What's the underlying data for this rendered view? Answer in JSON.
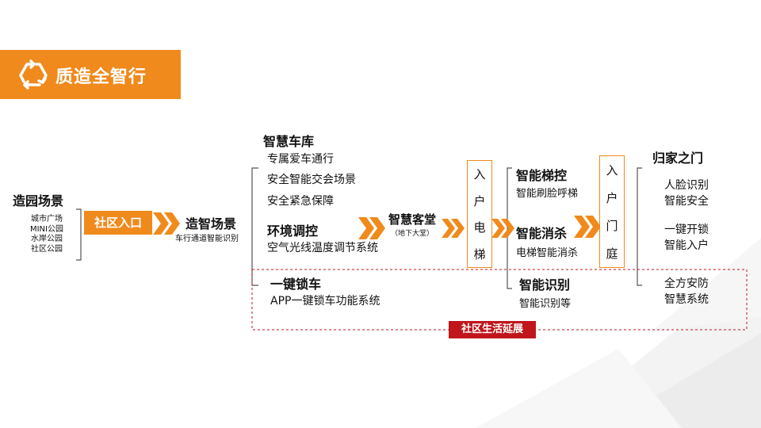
{
  "header": {
    "title": "质造全智行",
    "logo_icon": "recycle-triangle-icon"
  },
  "colors": {
    "accent": "#f08a1c",
    "red": "#c0161c",
    "text": "#111111",
    "line": "#555555"
  },
  "park": {
    "title": "造园场景",
    "items": [
      "城市广场",
      "MINI公园",
      "水岸公园",
      "社区公园"
    ]
  },
  "entrance": {
    "label": "社区入口"
  },
  "smart_scene": {
    "title": "造智场景",
    "subtitle": "车行通道智能识别"
  },
  "garage": {
    "title": "智慧车库",
    "items": [
      "专属爱车通行",
      "安全智能交会场景",
      "安全紧急保障"
    ]
  },
  "env": {
    "title": "环境调控",
    "desc": "空气光线温度调节系统"
  },
  "lock": {
    "title": "一键锁车",
    "desc": "APP一键锁车功能系统"
  },
  "lobby": {
    "title": "智慧客堂",
    "subtitle": "（地下大堂）"
  },
  "elevator_box": {
    "chars": [
      "入",
      "户",
      "电",
      "梯"
    ]
  },
  "elevator": {
    "control_title": "智能梯控",
    "control_desc": "智能刷脸呼梯",
    "disinfect_title": "智能消杀",
    "disinfect_desc": "电梯智能消杀",
    "recog_title": "智能识别",
    "recog_desc": "智能识别等"
  },
  "door_box": {
    "chars": [
      "入",
      "户",
      "门",
      "庭"
    ]
  },
  "home": {
    "title": "归家之门",
    "g1": [
      "人脸识别",
      "智能安全"
    ],
    "g2": [
      "一键开锁",
      "智能入户"
    ],
    "g3": [
      "全方安防",
      "智慧系统"
    ]
  },
  "extension": {
    "label": "社区生活延展"
  }
}
